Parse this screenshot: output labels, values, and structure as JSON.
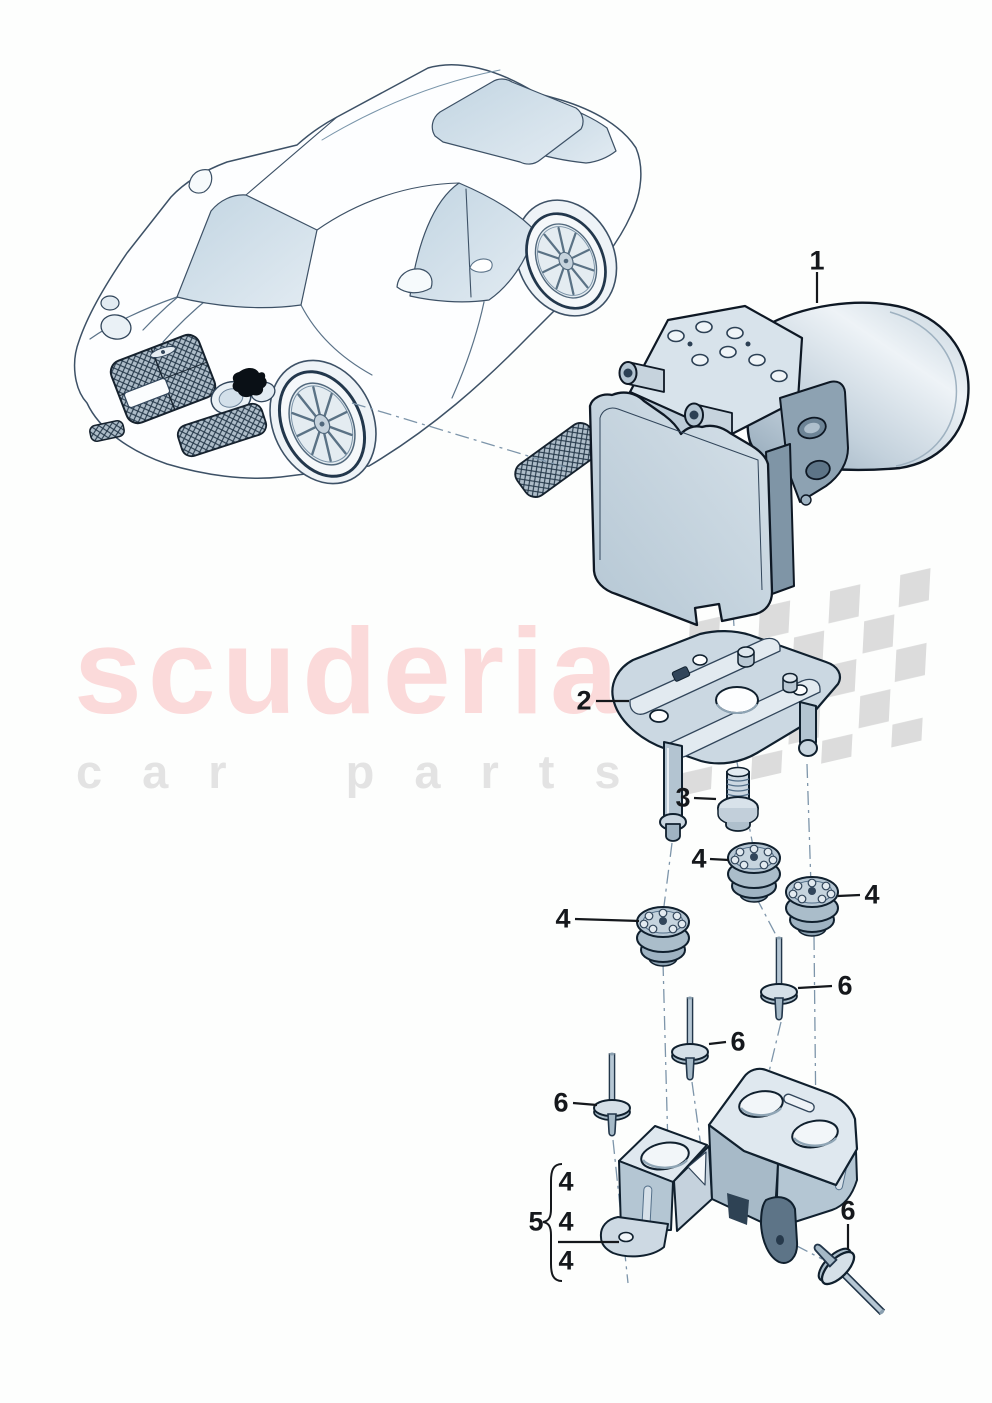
{
  "watermark": {
    "brand": "scuderia",
    "tagline": "car parts"
  },
  "callouts": {
    "abs_unit": {
      "label": "1"
    },
    "bracket_upper": {
      "label": "2"
    },
    "bolt": {
      "label": "3"
    },
    "grommet_middle": {
      "label": "4"
    },
    "grommet_right": {
      "label": "4"
    },
    "grommet_left": {
      "label": "4"
    },
    "pin_right": {
      "label": "6"
    },
    "pin_middle": {
      "label": "6"
    },
    "pin_left": {
      "label": "6"
    },
    "pin_lower": {
      "label": "6"
    },
    "bracket_lower": {
      "label": "5"
    },
    "bracket_lower_group": {
      "labels": [
        "4",
        "4",
        "4"
      ]
    }
  },
  "colors": {
    "watermark_pink": "#fbdada",
    "watermark_gray": "#e3e3e3",
    "flag_gray": "#dcdcdc",
    "part_fill_light": "#d8e3eb",
    "part_fill_mid": "#b6c7d4",
    "part_fill_dark": "#7f95a6",
    "outline": "#10202e",
    "leader_line": "#7d95aa",
    "callout_text": "#15181c"
  }
}
